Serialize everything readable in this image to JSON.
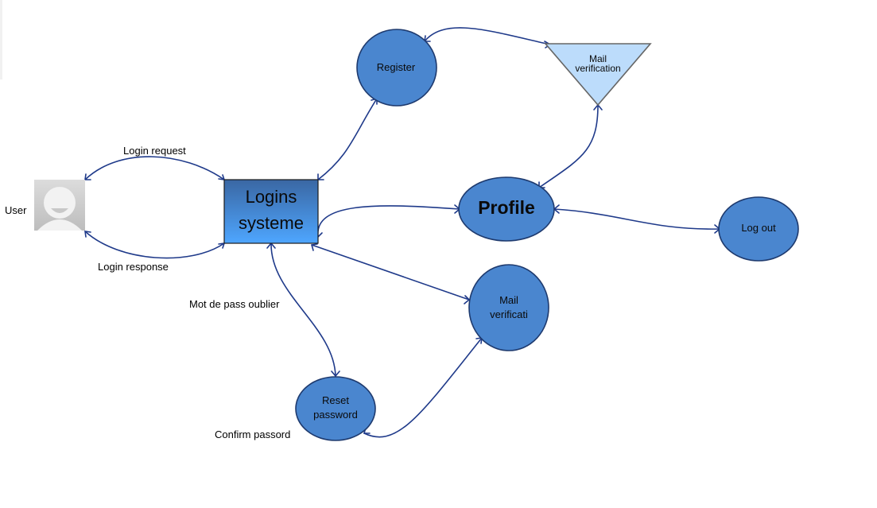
{
  "nodes": {
    "user": {
      "label": "User"
    },
    "logins": {
      "line1": "Logins",
      "line2": "systeme"
    },
    "register": {
      "label": "Register"
    },
    "mail_verification_top": {
      "line1": "Mail",
      "line2": "verification"
    },
    "profile": {
      "label": "Profile"
    },
    "logout": {
      "label": "Log out"
    },
    "mail_verification_mid": {
      "line1": "Mail",
      "line2": "verificati"
    },
    "reset_password": {
      "line1": "Reset",
      "line2": "password"
    }
  },
  "edge_labels": {
    "login_request": "Login request",
    "login_response": "Login response",
    "forgot_password": "Mot de pass oublier",
    "confirm_password": "Confirm passord"
  },
  "colors": {
    "node_fill": "#4a86cf",
    "node_stroke": "#1e3a6e",
    "edge": "#1f3a8a",
    "triangle_fill": "#bcdcfb",
    "triangle_stroke": "#666666",
    "gradient_top": "#3b6aa8",
    "gradient_bottom": "#4ea3ff"
  },
  "icons": {
    "user_avatar": "user-avatar-icon"
  }
}
